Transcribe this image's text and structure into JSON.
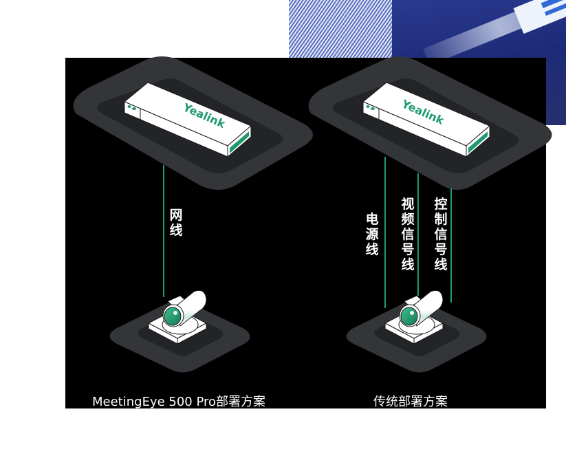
{
  "colors": {
    "accent_green": "#1f9a6e",
    "line_green": "#1e9e72",
    "platform_outer": "#343538",
    "platform_inner": "#232427",
    "background_stage": "#000000",
    "text": "#ffffff"
  },
  "background_photo": {
    "description": "blue striped shirt and tablet photo"
  },
  "left_scheme": {
    "device": {
      "brand": "Yealink",
      "icon": "codec-box-icon"
    },
    "cable_labels": [
      "网线"
    ],
    "camera": {
      "icon": "camera-icon"
    },
    "caption": "MeetingEye 500 Pro部署方案"
  },
  "right_scheme": {
    "device": {
      "brand": "Yealink",
      "icon": "codec-box-icon"
    },
    "cable_labels": [
      "电源线",
      "视频信号线",
      "控制信号线"
    ],
    "camera": {
      "icon": "camera-icon"
    },
    "caption": "传统部署方案"
  }
}
